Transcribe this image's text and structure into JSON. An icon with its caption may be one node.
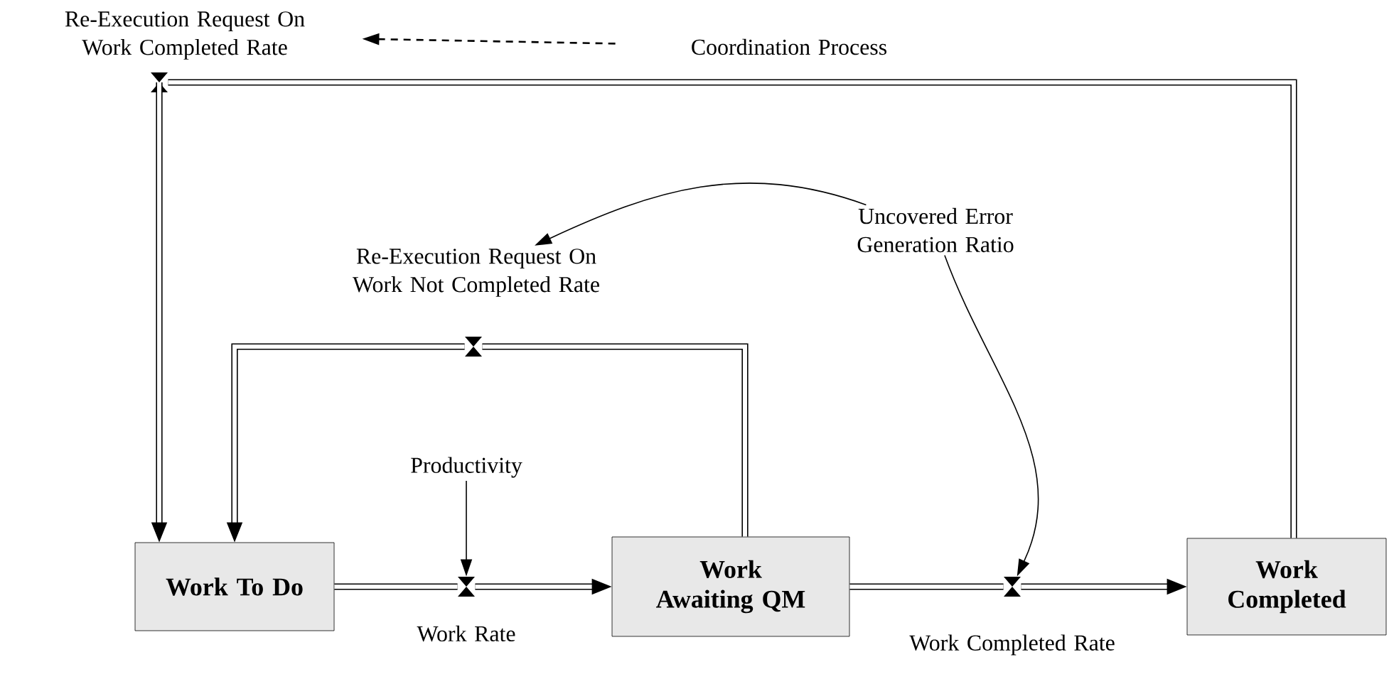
{
  "diagram": {
    "nodes": [
      {
        "text": [
          "Work To Do"
        ]
      },
      {
        "text": [
          "Work Awaiting QM"
        ]
      },
      {
        "text": [
          "Work Completed"
        ]
      },
      {
        "text": [],
        "shape": "valve"
      },
      {
        "text": [],
        "shape": "valve"
      },
      {
        "text": [],
        "shape": "valve"
      },
      {
        "text": [],
        "shape": "valve"
      },
      {
        "text": [
          "Re-Execution Request On Work Completed Rate"
        ]
      },
      {
        "text": [
          "Coordination Process"
        ]
      },
      {
        "text": [
          "Uncovered Error Generation Ratio"
        ]
      },
      {
        "text": [
          "Re-Execution Request On Work Not Completed Rate"
        ]
      },
      {
        "text": [
          "Productivity"
        ]
      },
      {
        "text": [
          "Work Rate"
        ]
      },
      {
        "text": [
          "Work Completed Rate"
        ]
      }
    ],
    "edges": [
      {
        "from": 0,
        "to": 3,
        "arrow": "none"
      },
      {
        "from": 3,
        "to": 1,
        "arrow": "to"
      },
      {
        "from": 1,
        "to": 4,
        "arrow": "none"
      },
      {
        "from": 4,
        "to": 2,
        "arrow": "to"
      },
      {
        "from": 1,
        "to": 5,
        "arrow": "none"
      },
      {
        "from": 5,
        "to": 0,
        "arrow": "to"
      },
      {
        "from": 2,
        "to": 6,
        "arrow": "none"
      },
      {
        "from": 6,
        "to": 0,
        "arrow": "to"
      },
      {
        "from": 8,
        "to": 7,
        "arrow": "to",
        "style": "dashed"
      },
      {
        "from": 9,
        "to": 10,
        "arrow": "to"
      },
      {
        "from": 9,
        "to": 4,
        "arrow": "to"
      },
      {
        "from": 11,
        "to": 3,
        "arrow": "to"
      }
    ]
  }
}
